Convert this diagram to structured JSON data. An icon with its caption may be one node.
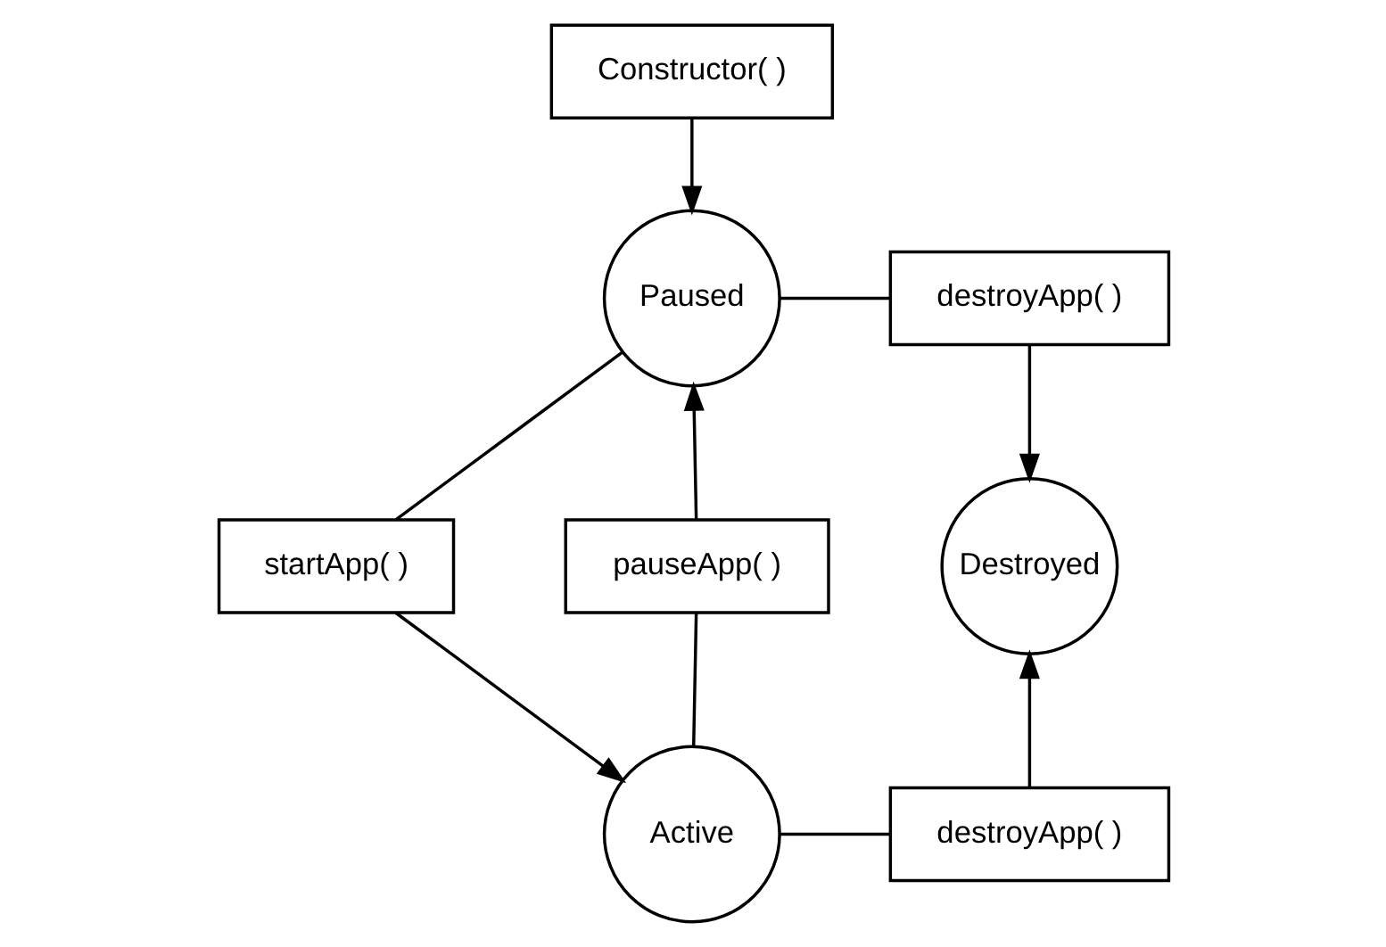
{
  "diagram": {
    "nodes": [
      {
        "text": [
          "Constructor( )"
        ]
      },
      {
        "text": [
          "Paused"
        ]
      },
      {
        "text": [
          "destroyApp( )"
        ]
      },
      {
        "text": [
          "Destroyed"
        ]
      },
      {
        "text": [
          "pauseApp( )"
        ]
      },
      {
        "text": [
          "startApp( )"
        ]
      },
      {
        "text": [
          "Active"
        ]
      },
      {
        "text": [
          "destroyApp( )"
        ]
      }
    ],
    "edges": [
      {
        "from": 0,
        "to": 1,
        "arrow": "to"
      },
      {
        "from": 1,
        "to": 2,
        "arrow": "none"
      },
      {
        "from": 2,
        "to": 3,
        "arrow": "to"
      },
      {
        "from": 1,
        "to": 5,
        "arrow": "none"
      },
      {
        "from": 5,
        "to": 6,
        "arrow": "to"
      },
      {
        "from": 6,
        "to": 4,
        "arrow": "none"
      },
      {
        "from": 4,
        "to": 1,
        "arrow": "to"
      },
      {
        "from": 6,
        "to": 7,
        "arrow": "none"
      },
      {
        "from": 7,
        "to": 3,
        "arrow": "to"
      }
    ]
  }
}
